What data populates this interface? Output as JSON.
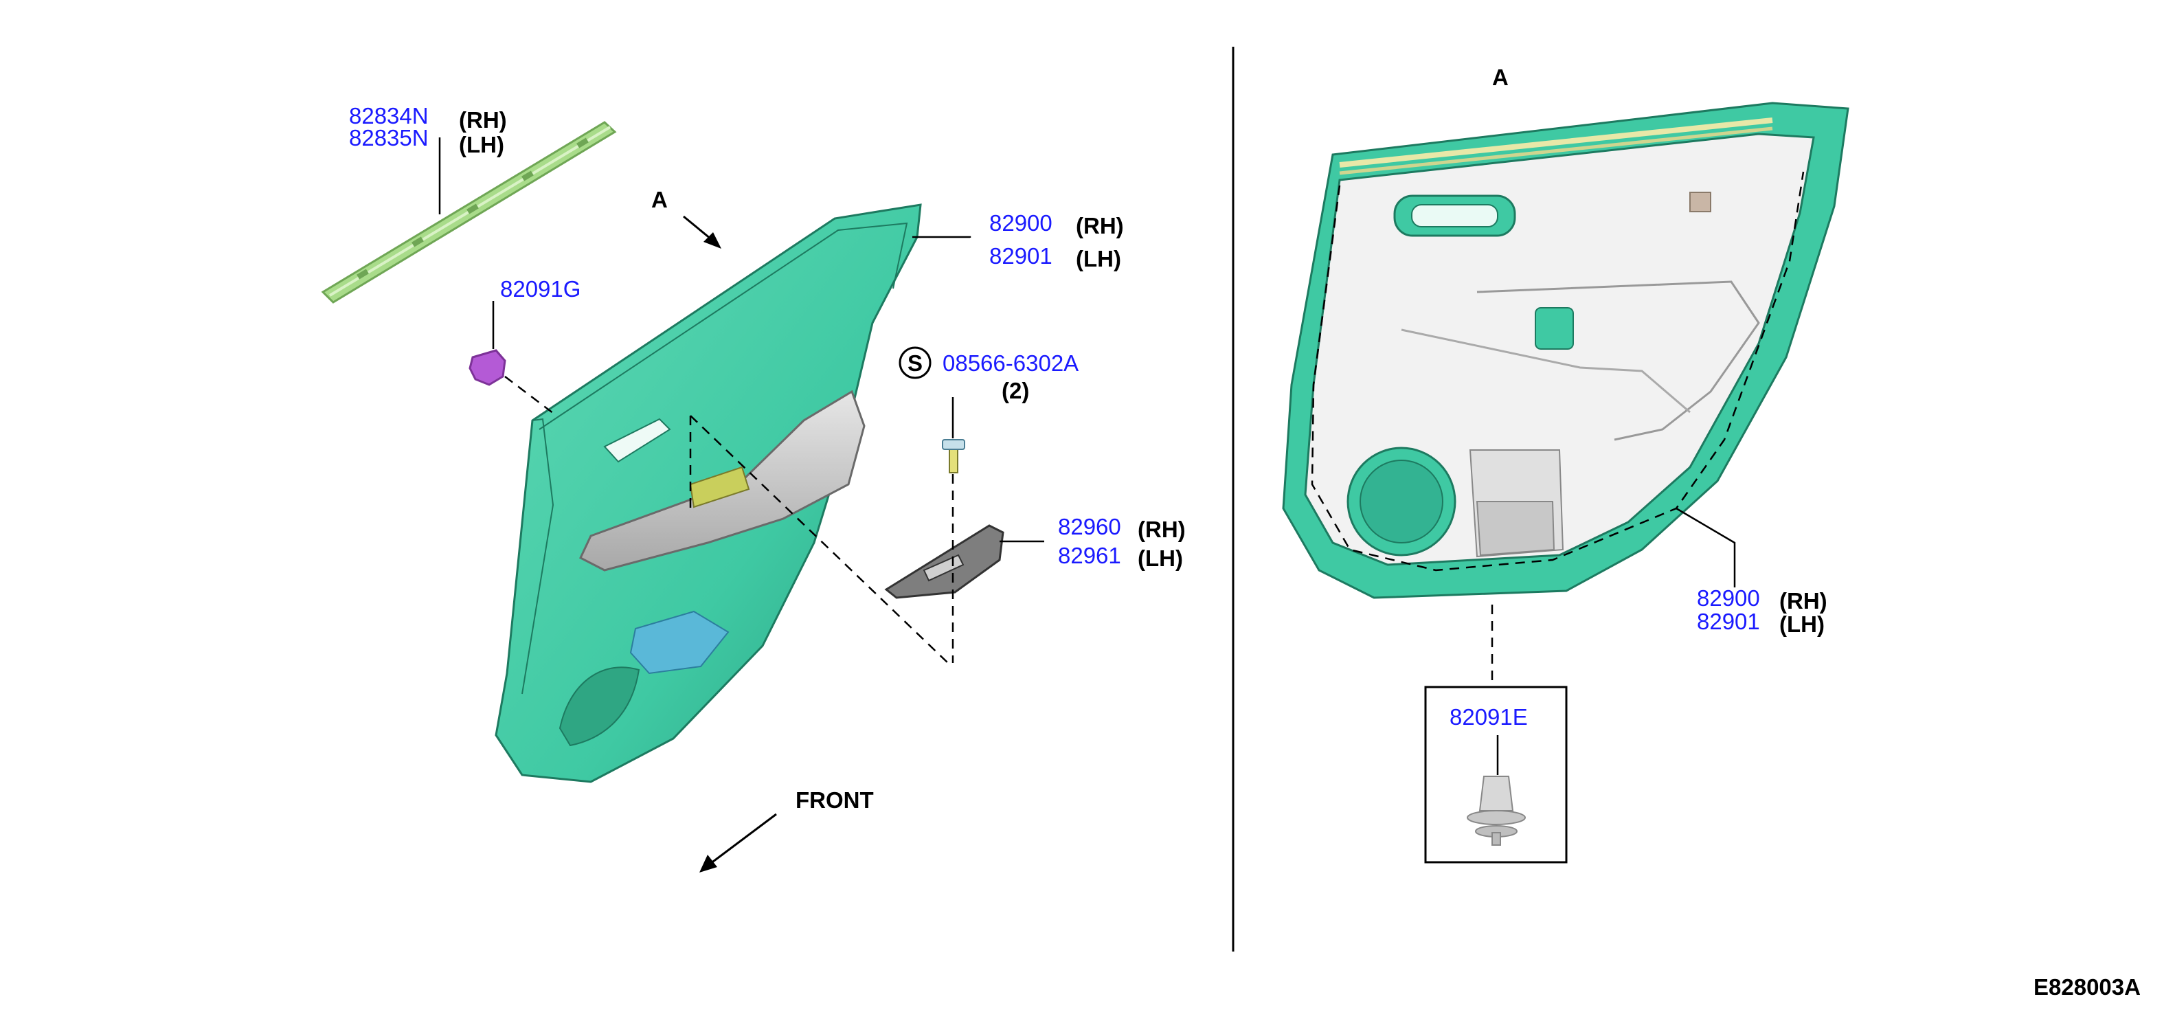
{
  "colors": {
    "part_number": "#1a1aff",
    "panel_teal": "#3fc9a3",
    "panel_teal_dark": "#2a9f80",
    "molding_green": "#a9dc8a",
    "clip_purple": "#b45ad6",
    "armrest_gray": "#c4c4c4",
    "speaker_blue": "#5ab8d8"
  },
  "view_labels": {
    "view_a_arrow": "A",
    "view_a_title": "A",
    "front": "FRONT",
    "diagram_code": "E828003A"
  },
  "callouts": {
    "molding_rh": "82834N",
    "molding_lh": "82835N",
    "molding_rh_suffix": "(RH)",
    "molding_lh_suffix": "(LH)",
    "clip_top": "82091G",
    "trim_rh": "82900",
    "trim_lh": "82901",
    "trim_rh_suffix": "(RH)",
    "trim_lh_suffix": "(LH)",
    "screw_symbol": "S",
    "screw": "08566-6302A",
    "screw_qty": "(2)",
    "switch_rh": "82960",
    "switch_lh": "82961",
    "switch_rh_suffix": "(RH)",
    "switch_lh_suffix": "(LH)",
    "back_trim_rh": "82900",
    "back_trim_lh": "82901",
    "back_trim_rh_suffix": "(RH)",
    "back_trim_lh_suffix": "(LH)",
    "clip_detail": "82091E"
  }
}
